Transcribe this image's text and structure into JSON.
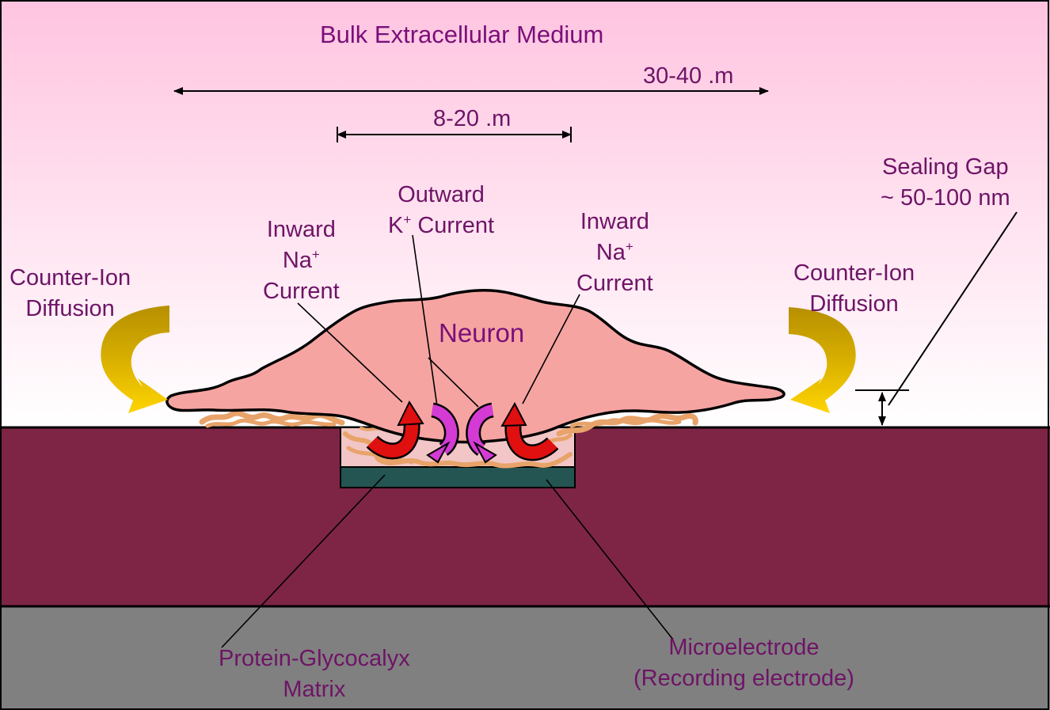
{
  "labels": {
    "bulk_medium": "Bulk Extracellular Medium",
    "span_outer": "30-40 .m",
    "span_inner": "8-20 .m",
    "sealing_gap_line1": "Sealing Gap",
    "sealing_gap_line2": "~ 50-100 nm",
    "outward_line1": "Outward",
    "outward_line2_base": "K",
    "outward_line2_sup": "+",
    "outward_line2_rest": " Current",
    "inward_left_line1": "Inward",
    "inward_left_line2_base": "Na",
    "inward_left_line2_sup": "+",
    "inward_left_line3": "Current",
    "inward_right_line1": "Inward",
    "inward_right_line2_base": "Na",
    "inward_right_line2_sup": "+",
    "inward_right_line3": "Current",
    "counter_left_line1": "Counter-Ion",
    "counter_left_line2": "Diffusion",
    "counter_right_line1": "Counter-Ion",
    "counter_right_line2": "Diffusion",
    "neuron": "Neuron",
    "protein_line1": "Protein-Glycocalyx",
    "protein_line2": "Matrix",
    "electrode_line1": "Microelectrode",
    "electrode_line2": "(Recording electrode)"
  },
  "colors": {
    "medium_top": "#ffc4e0",
    "medium_bottom": "#ffffff",
    "substrate": "#7e2546",
    "base": "#808080",
    "neuron_fill": "#f6a4a2",
    "electrode": "#245552",
    "matrix": "#e8a36a",
    "label_text": "#6e1466",
    "na_arrow": "#e01010",
    "k_arrow": "#cc33cc",
    "diffusion_arrow": "#f2c200"
  }
}
